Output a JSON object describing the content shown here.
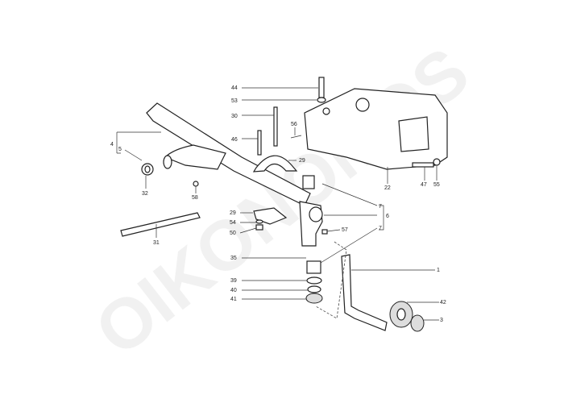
{
  "watermark": "OIKONOMOS",
  "labels": {
    "l44": "44",
    "l53": "53",
    "l30": "30",
    "l46": "46",
    "l56": "56",
    "l4": "4",
    "l5": "5",
    "l32": "32",
    "l58": "58",
    "l29a": "29",
    "l22": "22",
    "l47": "47",
    "l55": "55",
    "l7a": "7",
    "l6": "6",
    "l29b": "29",
    "l54": "54",
    "l50": "50",
    "l57": "57",
    "l31": "31",
    "l7b": "7",
    "l35": "35",
    "l1": "1",
    "l39": "39",
    "l40": "40",
    "l41": "41",
    "l42": "42",
    "l3": "3"
  }
}
